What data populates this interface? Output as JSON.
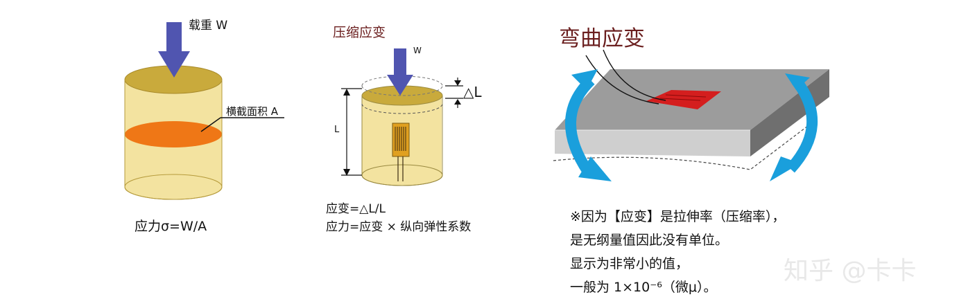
{
  "panel1": {
    "load_label": "载重 W",
    "area_label": "横截面积 A",
    "stress_formula": "应力σ=W/A"
  },
  "panel2": {
    "title": "压缩应变",
    "load_label": "W",
    "delta_label": "△L",
    "length_label": "L",
    "strain_formula": "应变=△L/L",
    "stress_formula": "应力=应变 × 纵向弹性系数"
  },
  "panel3": {
    "title": "弯曲应变",
    "note_lines": [
      "※因为【应变】是拉伸率（压缩率），",
      "是无纲量值因此没有单位。",
      "显示为非常小的值，",
      "一般为 1×10⁻⁶（微μ）。"
    ]
  },
  "watermark": "知乎 @卡卡",
  "colors": {
    "cylinder_fill": "#f3e3a0",
    "cylinder_top": "#c9aa3c",
    "section": "#ef7716",
    "arrow": "#5055b0",
    "title_red": "#6b1f1f",
    "bend_arrow": "#1a9fdc",
    "plate_top": "#9c9c9c",
    "gauge_red": "#d41e1e"
  }
}
